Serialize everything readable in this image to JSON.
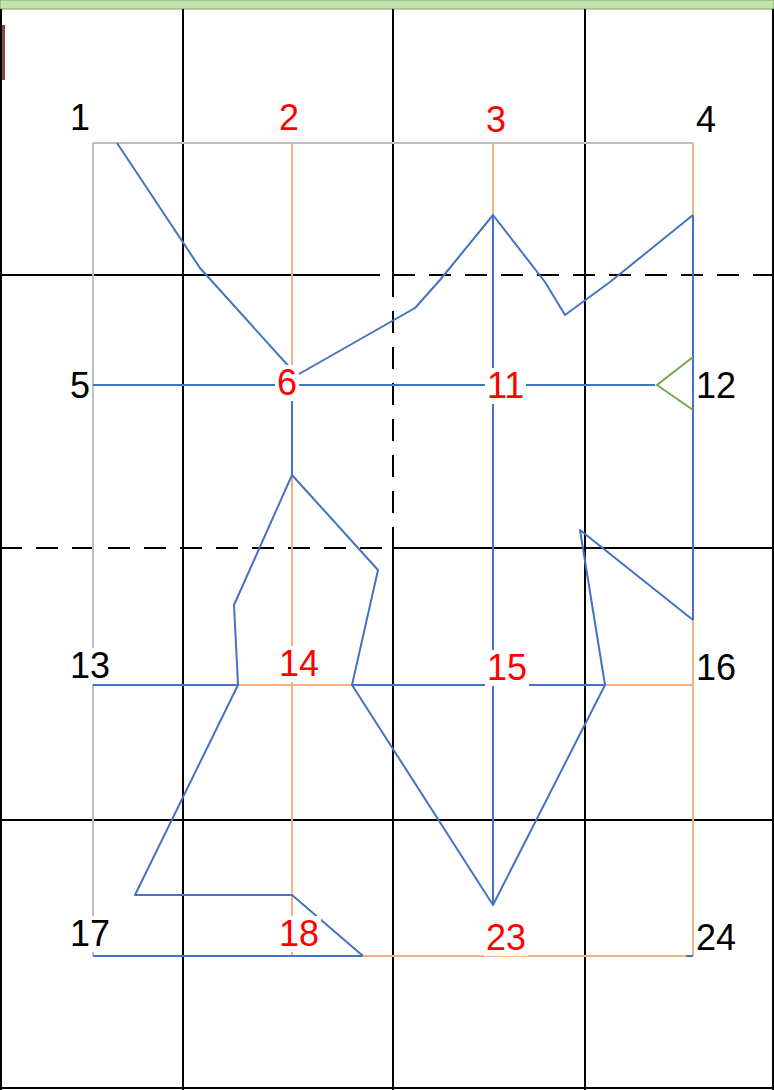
{
  "diagram": {
    "labels": [
      "1",
      "2",
      "3",
      "4",
      "5",
      "6",
      "11",
      "12",
      "13",
      "14",
      "15",
      "16",
      "17",
      "18",
      "23",
      "24"
    ]
  }
}
